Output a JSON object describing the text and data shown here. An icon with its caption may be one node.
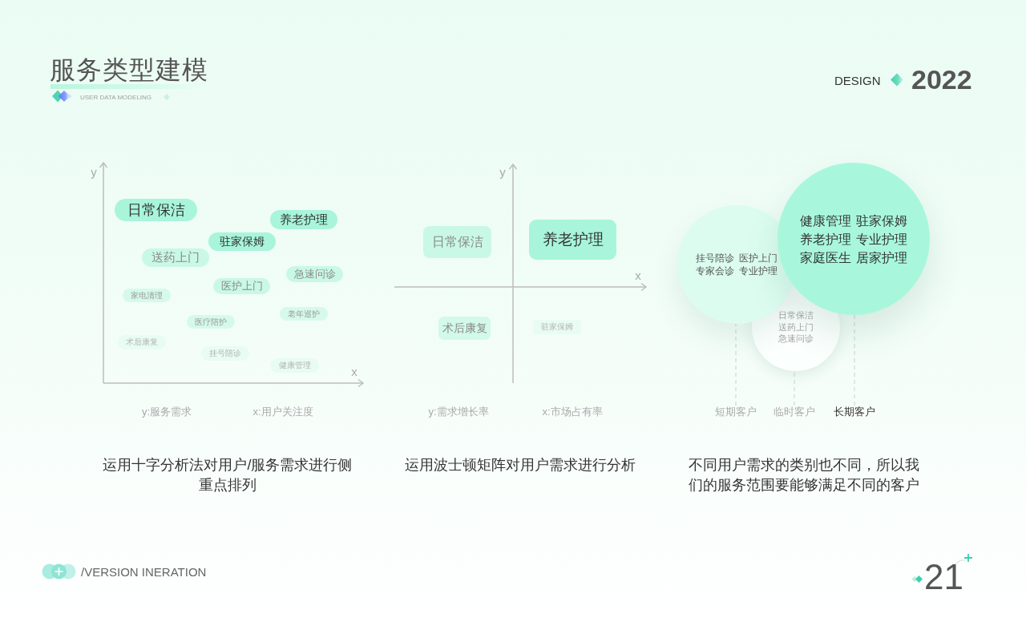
{
  "diagram": {
    "title": "服务类型建模",
    "nodes": [
      {
        "text": [
          "日常保洁"
        ]
      },
      {
        "text": [
          "养老护理"
        ]
      },
      {
        "text": [
          "驻家保姆"
        ]
      },
      {
        "text": [
          "送药上门"
        ]
      },
      {
        "text": [
          "急速问诊"
        ]
      },
      {
        "text": [
          "医护上门"
        ]
      },
      {
        "text": [
          "家电清理"
        ]
      },
      {
        "text": [
          "老年巡护"
        ]
      },
      {
        "text": [
          "医疗陪护"
        ]
      },
      {
        "text": [
          "术后康复"
        ]
      },
      {
        "text": [
          "挂号陪诊"
        ]
      },
      {
        "text": [
          "健康管理"
        ]
      },
      {
        "text": [
          "日常保洁"
        ]
      },
      {
        "text": [
          "养老护理"
        ]
      },
      {
        "text": [
          "术后康复"
        ]
      },
      {
        "text": [
          "驻家保姆"
        ]
      },
      {
        "text": [
          "挂号陪诊",
          "医护上门",
          "专家会诊",
          "专业护理"
        ]
      },
      {
        "text": [
          "日常保洁",
          "送药上门",
          "急速问诊"
        ]
      },
      {
        "text": [
          "健康管理",
          "驻家保姆",
          "养老护理",
          "专业护理",
          "家庭医生",
          "居家护理"
        ]
      },
      {
        "text": [
          "短期客户"
        ]
      },
      {
        "text": [
          "临时客户"
        ]
      },
      {
        "text": [
          "长期客户"
        ]
      }
    ],
    "edges": [
      {
        "from": 19,
        "to": 16,
        "arrow": "none",
        "style": "dashed"
      },
      {
        "from": 20,
        "to": 17,
        "arrow": "none",
        "style": "dashed"
      },
      {
        "from": 21,
        "to": 18,
        "arrow": "none",
        "style": "dashed"
      }
    ],
    "labels": [
      "USER DATA MODELING",
      "DESIGN",
      "2022",
      "y",
      "y",
      "x",
      "x",
      "y:服务需求",
      "x:用户关注度",
      "y:需求增长率",
      "x:市场占有率",
      "运用十字分析法对用户/服务需求进行侧重点排列",
      "运用波士顿矩阵对用户需求进行分析",
      "不同用户需求的类别也不同，所以我们的服务范围要能够满足不同的客户",
      "/VERSION INERATION",
      "21"
    ]
  }
}
